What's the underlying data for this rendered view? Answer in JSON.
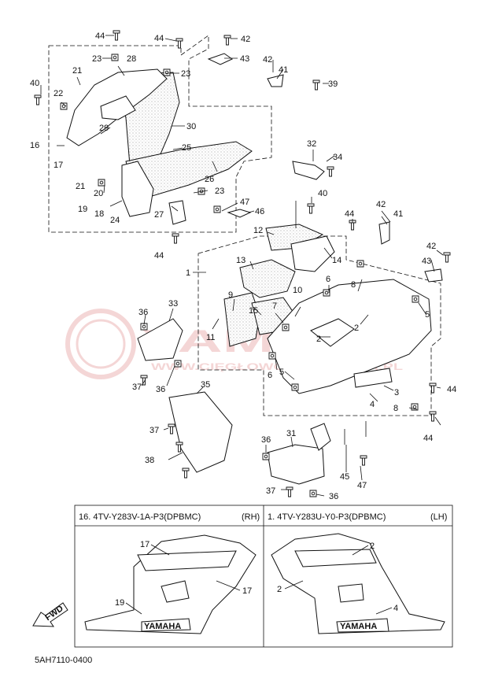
{
  "diagram": {
    "document_code": "5AH7110-0400",
    "fwd_label": "FWD",
    "watermark": {
      "line1": "YAMAHA",
      "line2": "WWW.CIĘGŁOWOTORY.KOMA.PL"
    },
    "callouts": [
      {
        "id": "c44a",
        "text": "44"
      },
      {
        "id": "c44b",
        "text": "44"
      },
      {
        "id": "c44c",
        "text": "44"
      },
      {
        "id": "c44d",
        "text": "44"
      },
      {
        "id": "c44e",
        "text": "44"
      },
      {
        "id": "c44f",
        "text": "44"
      },
      {
        "id": "c42a",
        "text": "42"
      },
      {
        "id": "c42b",
        "text": "42"
      },
      {
        "id": "c42c",
        "text": "42"
      },
      {
        "id": "c42d",
        "text": "42"
      },
      {
        "id": "c43a",
        "text": "43"
      },
      {
        "id": "c43b",
        "text": "43"
      },
      {
        "id": "c41a",
        "text": "41"
      },
      {
        "id": "c41b",
        "text": "41"
      },
      {
        "id": "c40a",
        "text": "40"
      },
      {
        "id": "c40b",
        "text": "40"
      },
      {
        "id": "c39",
        "text": "39"
      },
      {
        "id": "c23a",
        "text": "23"
      },
      {
        "id": "c23b",
        "text": "23"
      },
      {
        "id": "c23c",
        "text": "23"
      },
      {
        "id": "c28",
        "text": "28"
      },
      {
        "id": "c21a",
        "text": "21"
      },
      {
        "id": "c21b",
        "text": "21"
      },
      {
        "id": "c22",
        "text": "22"
      },
      {
        "id": "c16",
        "text": "16"
      },
      {
        "id": "c17",
        "text": "17"
      },
      {
        "id": "c29",
        "text": "29"
      },
      {
        "id": "c30",
        "text": "30"
      },
      {
        "id": "c25",
        "text": "25"
      },
      {
        "id": "c26",
        "text": "26"
      },
      {
        "id": "c32",
        "text": "32"
      },
      {
        "id": "c34",
        "text": "34"
      },
      {
        "id": "c20",
        "text": "20"
      },
      {
        "id": "c19",
        "text": "19"
      },
      {
        "id": "c18",
        "text": "18"
      },
      {
        "id": "c24",
        "text": "24"
      },
      {
        "id": "c27",
        "text": "27"
      },
      {
        "id": "c47a",
        "text": "47"
      },
      {
        "id": "c47b",
        "text": "47"
      },
      {
        "id": "c46",
        "text": "46"
      },
      {
        "id": "c12",
        "text": "12"
      },
      {
        "id": "c14",
        "text": "14"
      },
      {
        "id": "c1",
        "text": "1"
      },
      {
        "id": "c13",
        "text": "13"
      },
      {
        "id": "c6a",
        "text": "6"
      },
      {
        "id": "c6b",
        "text": "6"
      },
      {
        "id": "c8a",
        "text": "8"
      },
      {
        "id": "c8b",
        "text": "8"
      },
      {
        "id": "c9",
        "text": "9"
      },
      {
        "id": "c10",
        "text": "10"
      },
      {
        "id": "c7",
        "text": "7"
      },
      {
        "id": "c15",
        "text": "15"
      },
      {
        "id": "c11",
        "text": "11"
      },
      {
        "id": "c2a",
        "text": "2"
      },
      {
        "id": "c2b",
        "text": "2"
      },
      {
        "id": "c5a",
        "text": "5"
      },
      {
        "id": "c5b",
        "text": "5"
      },
      {
        "id": "c3",
        "text": "3"
      },
      {
        "id": "c4",
        "text": "4"
      },
      {
        "id": "c36a",
        "text": "36"
      },
      {
        "id": "c36b",
        "text": "36"
      },
      {
        "id": "c36c",
        "text": "36"
      },
      {
        "id": "c36d",
        "text": "36"
      },
      {
        "id": "c33",
        "text": "33"
      },
      {
        "id": "c37a",
        "text": "37"
      },
      {
        "id": "c37b",
        "text": "37"
      },
      {
        "id": "c37c",
        "text": "37"
      },
      {
        "id": "c35",
        "text": "35"
      },
      {
        "id": "c38",
        "text": "38"
      },
      {
        "id": "c31",
        "text": "31"
      },
      {
        "id": "c45",
        "text": "45"
      }
    ],
    "inset_rh": {
      "title": "16. 4TV-Y283V-1A-P3(DPBMC)",
      "side": "(RH)",
      "callouts": [
        {
          "id": "r17a",
          "text": "17"
        },
        {
          "id": "r17b",
          "text": "17"
        },
        {
          "id": "r19",
          "text": "19"
        }
      ],
      "logo_text": "YAMAHA"
    },
    "inset_lh": {
      "title": "1. 4TV-Y283U-Y0-P3(DPBMC)",
      "side": "(LH)",
      "callouts": [
        {
          "id": "l2a",
          "text": "2"
        },
        {
          "id": "l2b",
          "text": "2"
        },
        {
          "id": "l4",
          "text": "4"
        }
      ],
      "logo_text": "YAMAHA"
    }
  }
}
